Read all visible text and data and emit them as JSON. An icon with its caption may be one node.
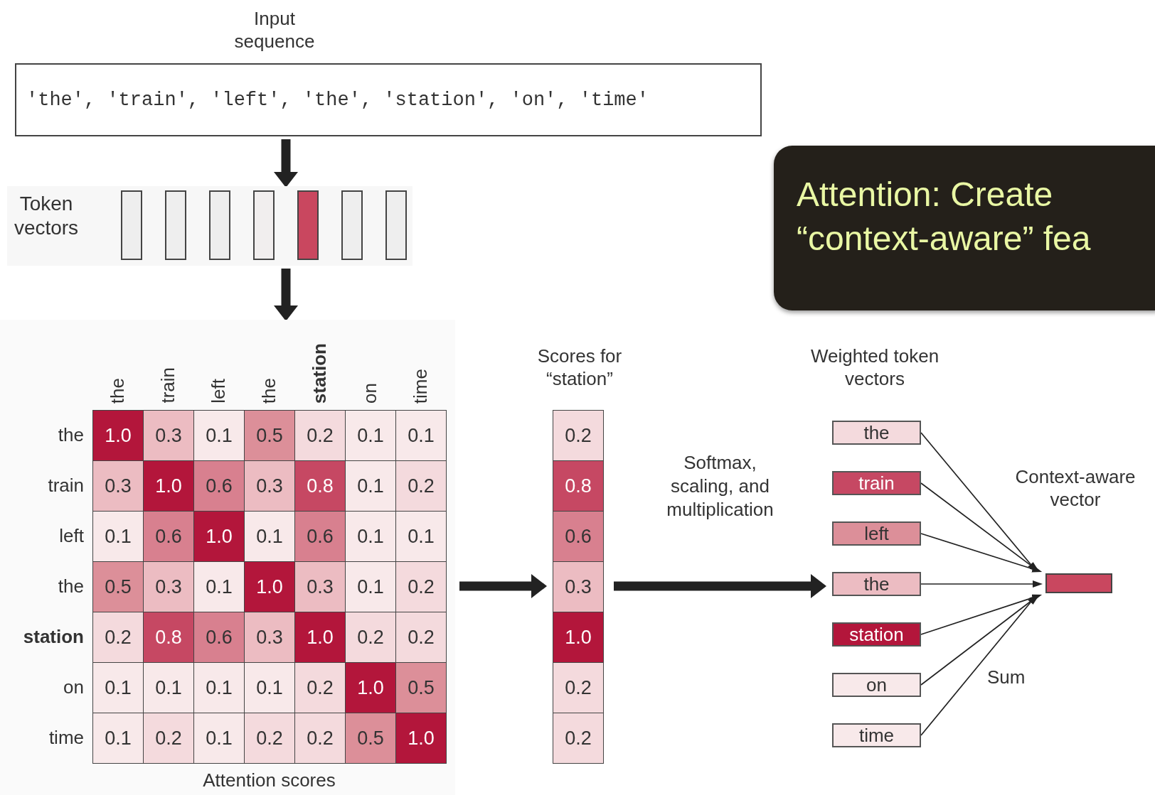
{
  "diagram": {
    "title": "Attention: Create “context-aware” fea",
    "nodes": [
      {
        "text": [
          "Input sequence",
          "'the', 'train', 'left', 'the', 'station', 'on', 'time'"
        ]
      },
      {
        "text": [
          "Token vectors"
        ]
      },
      {
        "text": [],
        "shape": "bar",
        "in": 1
      },
      {
        "text": [],
        "shape": "bar",
        "in": 1
      },
      {
        "text": [],
        "shape": "bar",
        "in": 1
      },
      {
        "text": [],
        "shape": "bar",
        "in": 1
      },
      {
        "text": [],
        "shape": "bar",
        "in": 1
      },
      {
        "text": [],
        "shape": "bar",
        "in": 1
      },
      {
        "text": [],
        "shape": "bar",
        "in": 1
      },
      {
        "text": [
          "Attention scores"
        ]
      },
      {
        "text": [
          "Scores for “station”"
        ]
      },
      {
        "text": [
          "Weighted token vectors"
        ]
      },
      {
        "text": [
          "the"
        ],
        "in": 11
      },
      {
        "text": [
          "train"
        ],
        "in": 11
      },
      {
        "text": [
          "left"
        ],
        "in": 11
      },
      {
        "text": [
          "the"
        ],
        "in": 11
      },
      {
        "text": [
          "station"
        ],
        "in": 11
      },
      {
        "text": [
          "on"
        ],
        "in": 11
      },
      {
        "text": [
          "time"
        ],
        "in": 11
      },
      {
        "text": [
          "Context-aware vector"
        ]
      }
    ],
    "edges": [
      {
        "from": 0,
        "to": 1,
        "arrow": "to",
        "style": "thick"
      },
      {
        "from": 1,
        "to": 9,
        "arrow": "to",
        "style": "thick"
      },
      {
        "from": 9,
        "to": 10,
        "arrow": "to",
        "style": "thick"
      },
      {
        "from": 10,
        "to": 11,
        "arrow": "to",
        "style": "thick",
        "label": "Softmax, scaling, and multiplication"
      },
      {
        "from": 12,
        "to": 19,
        "arrow": "to"
      },
      {
        "from": 13,
        "to": 19,
        "arrow": "to"
      },
      {
        "from": 14,
        "to": 19,
        "arrow": "to"
      },
      {
        "from": 15,
        "to": 19,
        "arrow": "to"
      },
      {
        "from": 16,
        "to": 19,
        "arrow": "to"
      },
      {
        "from": 17,
        "to": 19,
        "arrow": "to"
      },
      {
        "from": 18,
        "to": 19,
        "arrow": "to"
      }
    ],
    "labels": [
      "the",
      "train",
      "left",
      "the",
      "station",
      "on",
      "time",
      "the",
      "1.0",
      "0.3",
      "0.1",
      "0.5",
      "0.2",
      "0.1",
      "0.1",
      "train",
      "0.3",
      "1.0",
      "0.6",
      "0.3",
      "0.8",
      "0.1",
      "0.2",
      "left",
      "0.1",
      "0.6",
      "1.0",
      "0.1",
      "0.6",
      "0.1",
      "0.1",
      "the",
      "0.5",
      "0.3",
      "0.1",
      "1.0",
      "0.3",
      "0.1",
      "0.2",
      "station",
      "0.2",
      "0.8",
      "0.6",
      "0.3",
      "1.0",
      "0.2",
      "0.2",
      "on",
      "0.1",
      "0.1",
      "0.1",
      "0.1",
      "0.2",
      "1.0",
      "0.5",
      "time",
      "0.1",
      "0.2",
      "0.1",
      "0.2",
      "0.2",
      "0.5",
      "1.0",
      "0.2",
      "0.8",
      "0.6",
      "0.3",
      "1.0",
      "0.2",
      "0.2",
      "Sum"
    ]
  }
}
